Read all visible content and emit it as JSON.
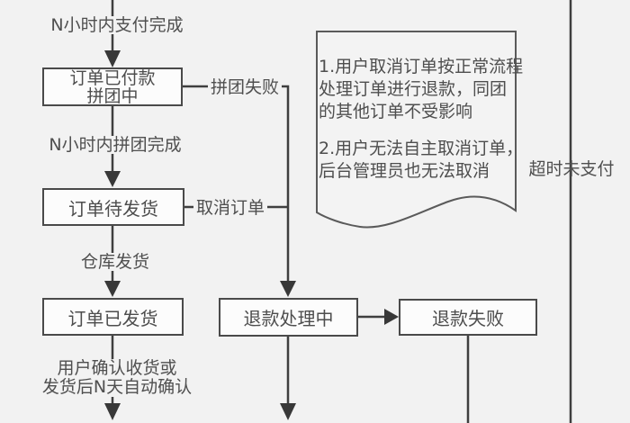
{
  "colors": {
    "background": "#f2f2f2",
    "line": "#3f3f3f",
    "box_fill": "#fcfcfc",
    "box_border": "#4a4a4a",
    "text": "#4d4d4d"
  },
  "nodes": {
    "paid_grouping": "订单已付款\n拼团中",
    "await_shipment": "订单待发货",
    "shipped": "订单已发货",
    "refund_processing": "退款处理中",
    "refund_failed": "退款失败"
  },
  "edge_labels": {
    "pay_within_n_hours": "N小时内支付完成",
    "group_within_n_hours": "N小时内拼团完成",
    "warehouse_ship": "仓库发货",
    "confirm_receipt": "用户确认收货或\n发货后N天自动确认",
    "group_failed": "拼团失败",
    "cancel_order": "取消订单",
    "timeout_unpaid": "超时未支付"
  },
  "note": {
    "item1": "1.用户取消订单按正常流程\n处理订单进行退款，同团\n的其他订单不受影响",
    "item2": "2.用户无法自主取消订单，\n后台管理员也无法取消"
  }
}
